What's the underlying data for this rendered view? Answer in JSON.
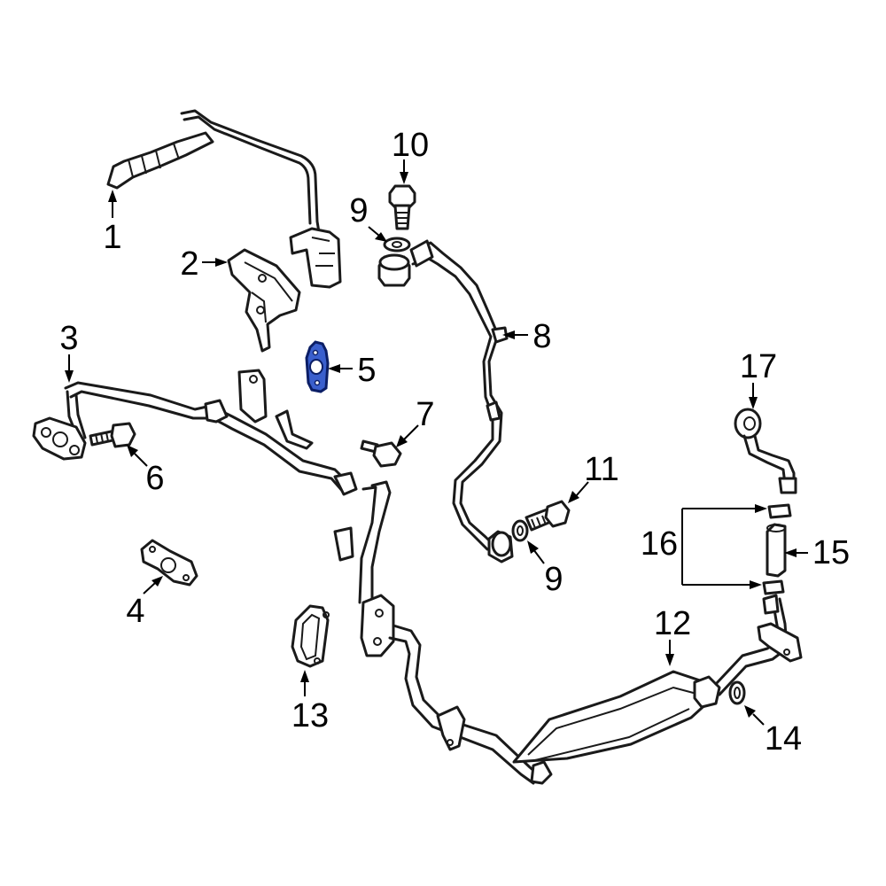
{
  "callouts": [
    {
      "id": "1",
      "label": "1"
    },
    {
      "id": "2",
      "label": "2"
    },
    {
      "id": "3",
      "label": "3"
    },
    {
      "id": "4",
      "label": "4"
    },
    {
      "id": "5",
      "label": "5"
    },
    {
      "id": "6",
      "label": "6"
    },
    {
      "id": "7",
      "label": "7"
    },
    {
      "id": "8",
      "label": "8"
    },
    {
      "id": "9a",
      "label": "9"
    },
    {
      "id": "9b",
      "label": "9"
    },
    {
      "id": "10",
      "label": "10"
    },
    {
      "id": "11",
      "label": "11"
    },
    {
      "id": "12",
      "label": "12"
    },
    {
      "id": "13",
      "label": "13"
    },
    {
      "id": "14",
      "label": "14"
    },
    {
      "id": "15",
      "label": "15"
    },
    {
      "id": "16",
      "label": "16"
    },
    {
      "id": "17",
      "label": "17"
    }
  ],
  "highlighted_part": "5",
  "colors": {
    "line": "#1a1a1a",
    "highlight_fill": "#3a5fcd",
    "highlight_stroke": "#0b1e66",
    "background": "#ffffff"
  }
}
